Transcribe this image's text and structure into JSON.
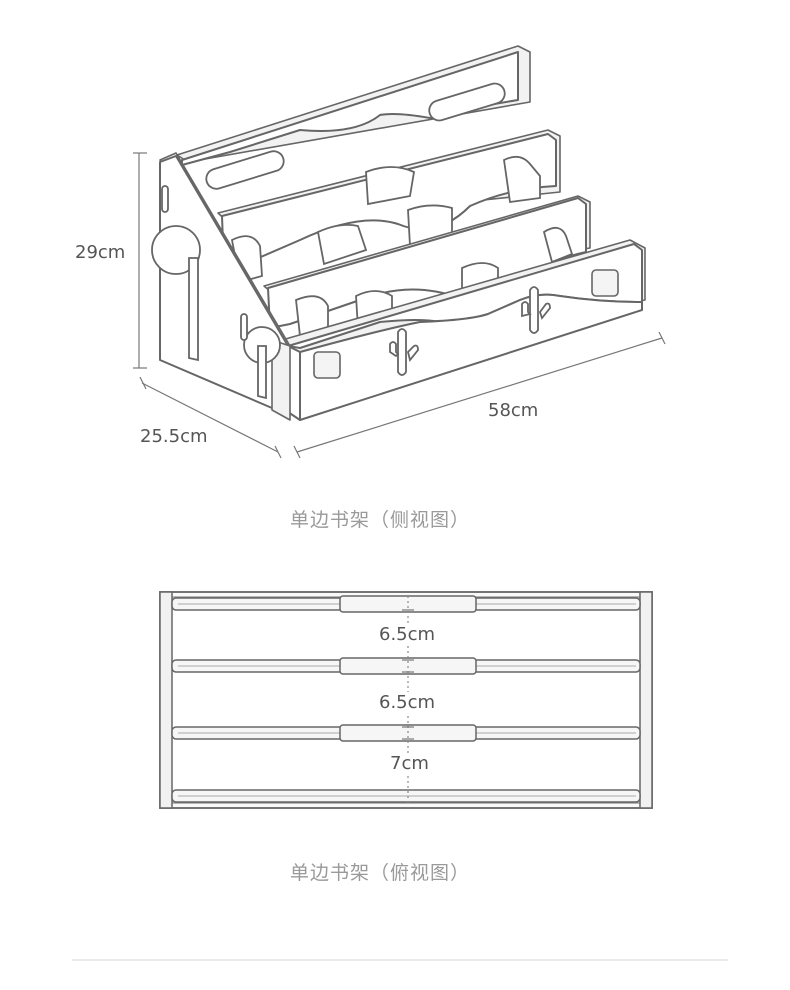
{
  "side_view": {
    "height_label": "29cm",
    "depth_label": "25.5cm",
    "width_label": "58cm",
    "caption": "单边书架（侧视图）"
  },
  "top_view": {
    "gaps": [
      "6.5cm",
      "6.5cm",
      "7cm"
    ],
    "caption": "单边书架（俯视图）"
  }
}
